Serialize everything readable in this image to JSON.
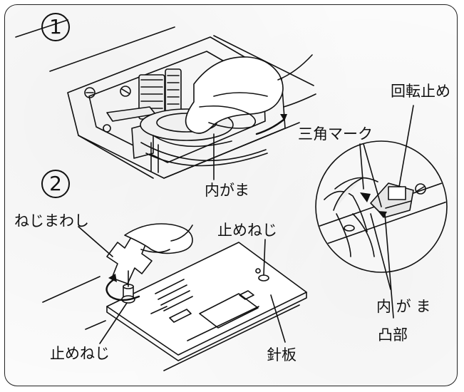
{
  "steps": {
    "step1": "1",
    "step2": "2"
  },
  "labels": {
    "kaiten_dome": "回転止め",
    "sankaku_mark": "三角マーク",
    "uchigama_top": "内がま",
    "nejimawashi": "ねじまわし",
    "tomeneji_top": "止めねじ",
    "uchigama_right": "内 が ま",
    "toubu": "凸部",
    "tomeneji_bottom": "止めねじ",
    "harita": "針板"
  },
  "colors": {
    "ink": "#111111",
    "paper": "#fbfbfb",
    "shade": "#d9d9d9"
  }
}
